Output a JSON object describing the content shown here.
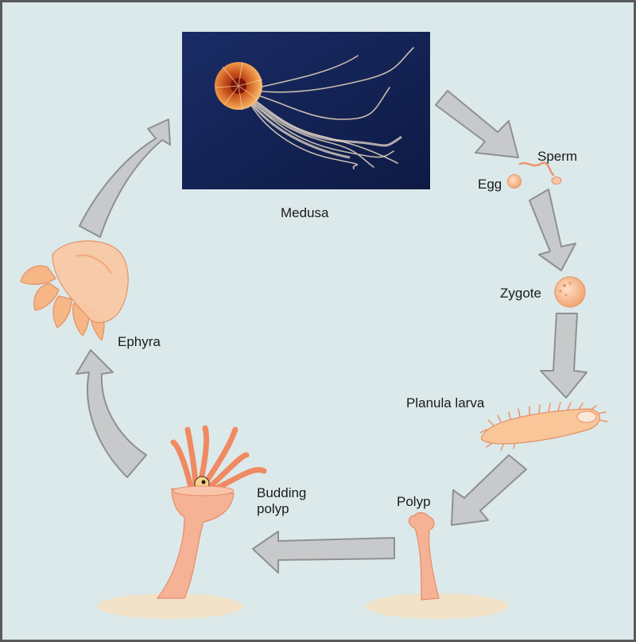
{
  "diagram": {
    "background_color": "#dce9ea",
    "arrow_color": "#c8c9ca",
    "organism_color": "#f6b38c",
    "photo_color": "#16265a",
    "stages": {
      "medusa": "Medusa",
      "sperm": "Sperm",
      "egg": "Egg",
      "zygote": "Zygote",
      "planula": "Planula larva",
      "polyp": "Polyp",
      "budding_line1": "Budding",
      "budding_line2": "polyp",
      "ephyra": "Ephyra"
    }
  }
}
